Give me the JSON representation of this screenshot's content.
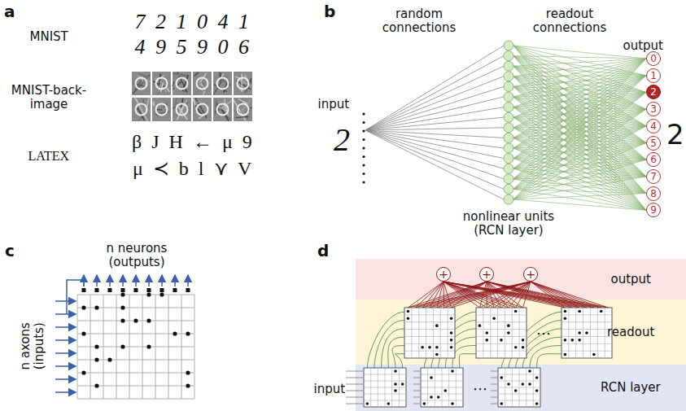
{
  "diagram": {
    "nodes": [
      {
        "text": [
          "0"
        ]
      },
      {
        "text": [
          "1"
        ]
      },
      {
        "text": [
          "2"
        ]
      },
      {
        "text": [
          "3"
        ]
      },
      {
        "text": [
          "4"
        ]
      },
      {
        "text": [
          "5"
        ]
      },
      {
        "text": [
          "6"
        ]
      },
      {
        "text": [
          "7"
        ]
      },
      {
        "text": [
          "8"
        ]
      },
      {
        "text": [
          "9"
        ]
      },
      {
        "text": [
          "output"
        ]
      },
      {
        "text": [
          "+"
        ],
        "in": 10
      },
      {
        "text": [
          "+"
        ],
        "in": 10
      },
      {
        "text": [
          "+"
        ],
        "in": 10
      },
      {
        "text": [
          "readout"
        ]
      },
      {
        "text": [
          "RCN layer"
        ]
      }
    ],
    "labels": [
      "a",
      "MNIST",
      "MNIST-back-image",
      "LATEX",
      "7 2 1 0 4 1",
      "4 9 5 9 0 6",
      "β J H ← μ 9",
      "μ ≺ b l ⋎ V",
      "b",
      "random connections",
      "readout connections",
      "input",
      "2",
      "output",
      "2",
      "nonlinear units (RCN layer)",
      "c",
      "n neurons (outputs)",
      "n axons (inputs)",
      "d",
      "input",
      "⋯",
      "⋯"
    ]
  }
}
